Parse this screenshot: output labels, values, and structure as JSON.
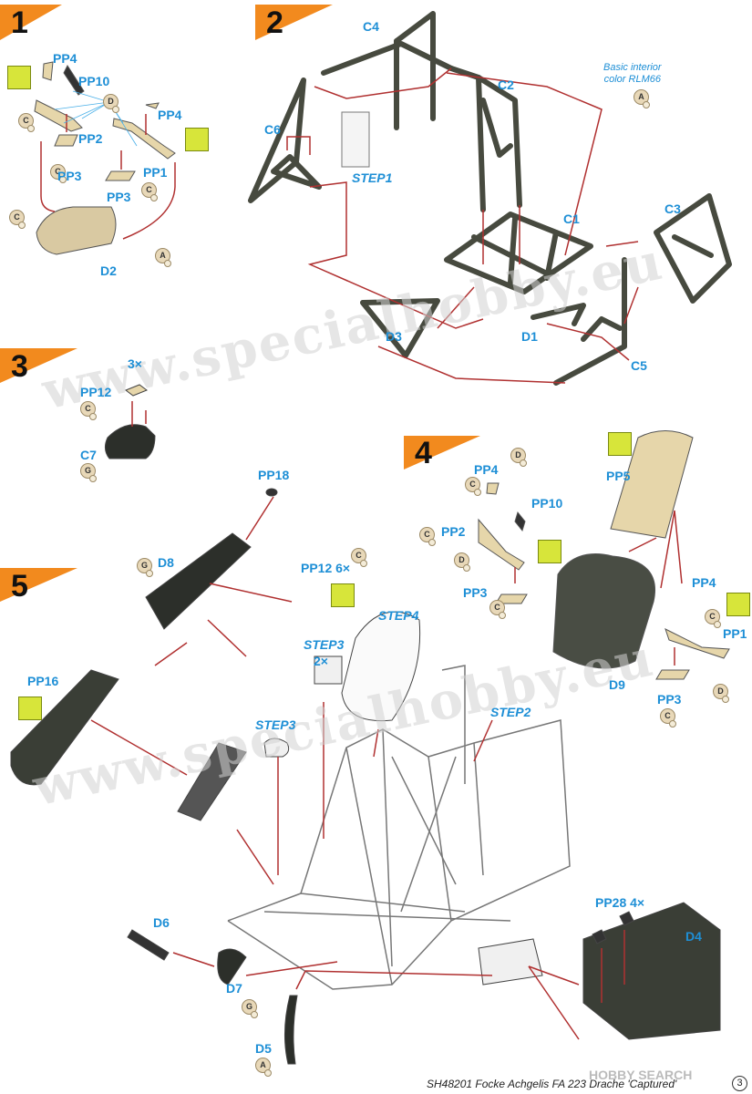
{
  "steps": {
    "s1": "1",
    "s2": "2",
    "s3": "3",
    "s4": "4",
    "s5": "5"
  },
  "labels": {
    "pp4_a": "PP4",
    "pp10_a": "PP10",
    "pp2_a": "PP2",
    "pp4_b": "PP4",
    "pp3_a": "PP3",
    "pp3_b": "PP3",
    "pp1_a": "PP1",
    "d2": "D2",
    "c4": "C4",
    "c2": "C2",
    "c6": "C6",
    "step1": "STEP1",
    "c1": "C1",
    "c3": "C3",
    "d3": "D3",
    "d1": "D1",
    "c5": "C5",
    "pp12_a": "PP12",
    "three_x": "3×",
    "c7": "C7",
    "pp4_c": "PP4",
    "pp10_b": "PP10",
    "pp2_b": "PP2",
    "pp3_c": "PP3",
    "pp5": "PP5",
    "pp4_d": "PP4",
    "pp1_b": "PP1",
    "d9": "D9",
    "pp3_d": "PP3",
    "pp18": "PP18",
    "d8": "D8",
    "pp12_b": "PP12 6×",
    "pp16": "PP16",
    "step4": "STEP4",
    "step3_a": "STEP3",
    "two_x": "2×",
    "step3_b": "STEP3",
    "step2": "STEP2",
    "pp28": "PP28 4×",
    "d4": "D4",
    "d6": "D6",
    "d7": "D7",
    "d5": "D5"
  },
  "paint_note": {
    "line1": "Basic interior",
    "line2": "color RLM66"
  },
  "paint_codes": [
    "C",
    "D",
    "A",
    "G"
  ],
  "badges": {
    "b1": "C",
    "b2": "D",
    "b3": "C",
    "b4": "C",
    "b5": "C",
    "b6": "A",
    "b7": "A",
    "b8": "C",
    "b9": "G",
    "b10": "D",
    "b11": "C",
    "b12": "C",
    "b13": "D",
    "b14": "C",
    "b15": "C",
    "b16": "D",
    "b17": "C",
    "b18": "G",
    "b19": "C",
    "b20": "G",
    "b21": "A"
  },
  "watermark": "www.specialhobby.eu",
  "footer": "SH48201  Focke Achgelis FA 223 Drache 'Captured'",
  "page_number": "3",
  "corner_watermark": "HOBBY SEARCH",
  "colors": {
    "label_blue": "#1e8fd6",
    "arrow_red": "#b03030",
    "step_orange": "#f28a1e",
    "frame_dark": "#474a3f",
    "etch_yellow": "#d7e53a",
    "paint_badge": "#e8d8b8"
  }
}
